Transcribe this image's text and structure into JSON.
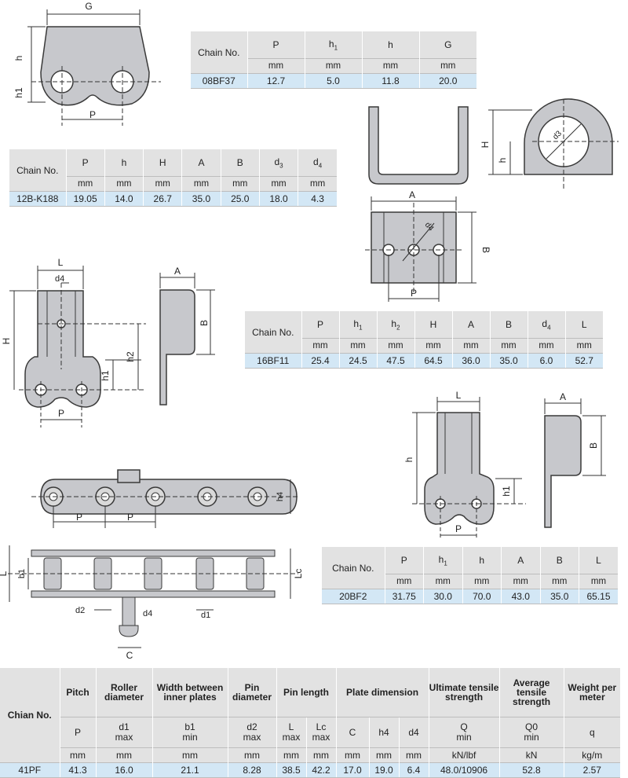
{
  "colors": {
    "header_bg": "#e2e2e2",
    "value_row_bg": "#d3e7f5",
    "part_fill": "#c7c8cc",
    "part_stroke": "#3a3a3a"
  },
  "tables": {
    "t08bf37": {
      "label": "Chain No.",
      "headers": [
        "P",
        "h1",
        "h",
        "G"
      ],
      "units": [
        "mm",
        "mm",
        "mm",
        "mm"
      ],
      "rows": [
        {
          "chain": "08BF37",
          "values": [
            "12.7",
            "5.0",
            "11.8",
            "20.0"
          ]
        }
      ]
    },
    "t12bk188": {
      "label": "Chain No.",
      "headers": [
        "P",
        "h",
        "H",
        "A",
        "B",
        "d3",
        "d4"
      ],
      "units": [
        "mm",
        "mm",
        "mm",
        "mm",
        "mm",
        "mm",
        "mm"
      ],
      "rows": [
        {
          "chain": "12B-K188",
          "values": [
            "19.05",
            "14.0",
            "26.7",
            "35.0",
            "25.0",
            "18.0",
            "4.3"
          ]
        }
      ]
    },
    "t16bf11": {
      "label": "Chain No.",
      "headers": [
        "P",
        "h1",
        "h2",
        "H",
        "A",
        "B",
        "d4",
        "L"
      ],
      "units": [
        "mm",
        "mm",
        "mm",
        "mm",
        "mm",
        "mm",
        "mm",
        "mm"
      ],
      "rows": [
        {
          "chain": "16BF11",
          "values": [
            "25.4",
            "24.5",
            "47.5",
            "64.5",
            "36.0",
            "35.0",
            "6.0",
            "52.7"
          ]
        }
      ]
    },
    "t20bf2": {
      "label": "Chain No.",
      "headers": [
        "P",
        "h1",
        "h",
        "A",
        "B",
        "L"
      ],
      "units": [
        "mm",
        "mm",
        "mm",
        "mm",
        "mm",
        "mm"
      ],
      "rows": [
        {
          "chain": "20BF2",
          "values": [
            "31.75",
            "30.0",
            "70.0",
            "43.0",
            "35.0",
            "65.15"
          ]
        }
      ]
    },
    "t41pf": {
      "label": "Chian No.",
      "groups": [
        "Pitch",
        "Roller diameter",
        "Width between inner plates",
        "Pin diameter",
        "Pin length",
        "Plate dimension",
        "Ultimate tensile strength",
        "Average tensile strength",
        "Weight per meter"
      ],
      "symbols": [
        "P",
        "d1",
        "b1",
        "d2",
        "L",
        "Lc",
        "C",
        "h4",
        "d4",
        "Q",
        "Q0",
        "q"
      ],
      "symbol_subs": [
        "",
        "max",
        "min",
        "max",
        "max",
        "max",
        "",
        "",
        "",
        "min",
        "min",
        ""
      ],
      "units": [
        "mm",
        "mm",
        "mm",
        "mm",
        "mm",
        "mm",
        "mm",
        "mm",
        "mm",
        "kN/lbf",
        "kN",
        "kg/m"
      ],
      "rows": [
        {
          "chain": "41PF",
          "values": [
            "41.3",
            "16.0",
            "21.1",
            "8.28",
            "38.5",
            "42.2",
            "17.0",
            "19.0",
            "6.4",
            "48.0/10906",
            "52.8",
            "2.57"
          ]
        }
      ]
    }
  },
  "drawing_labels": {
    "fig1": {
      "G": "G",
      "h": "h",
      "h1": "h1",
      "P": "P"
    },
    "fig2": {
      "H": "H",
      "h": "h",
      "d3": "d3"
    },
    "fig3": {
      "A": "A",
      "B": "B",
      "P": "P",
      "d4": "d4"
    },
    "fig4": {
      "L": "L",
      "d4": "d4",
      "H": "H",
      "h2": "h2",
      "h1": "h1",
      "P": "P",
      "A": "A",
      "B": "B"
    },
    "fig5": {
      "L": "L",
      "h": "h",
      "h1": "h1",
      "P": "P",
      "A": "A",
      "B": "B"
    },
    "fig6": {
      "h4": "h4",
      "P1": "P",
      "P2": "P",
      "L": "L",
      "b1": "b1",
      "Lc": "Lc",
      "d2": "d2",
      "d1": "d1",
      "d4": "d4",
      "C": "C"
    }
  }
}
